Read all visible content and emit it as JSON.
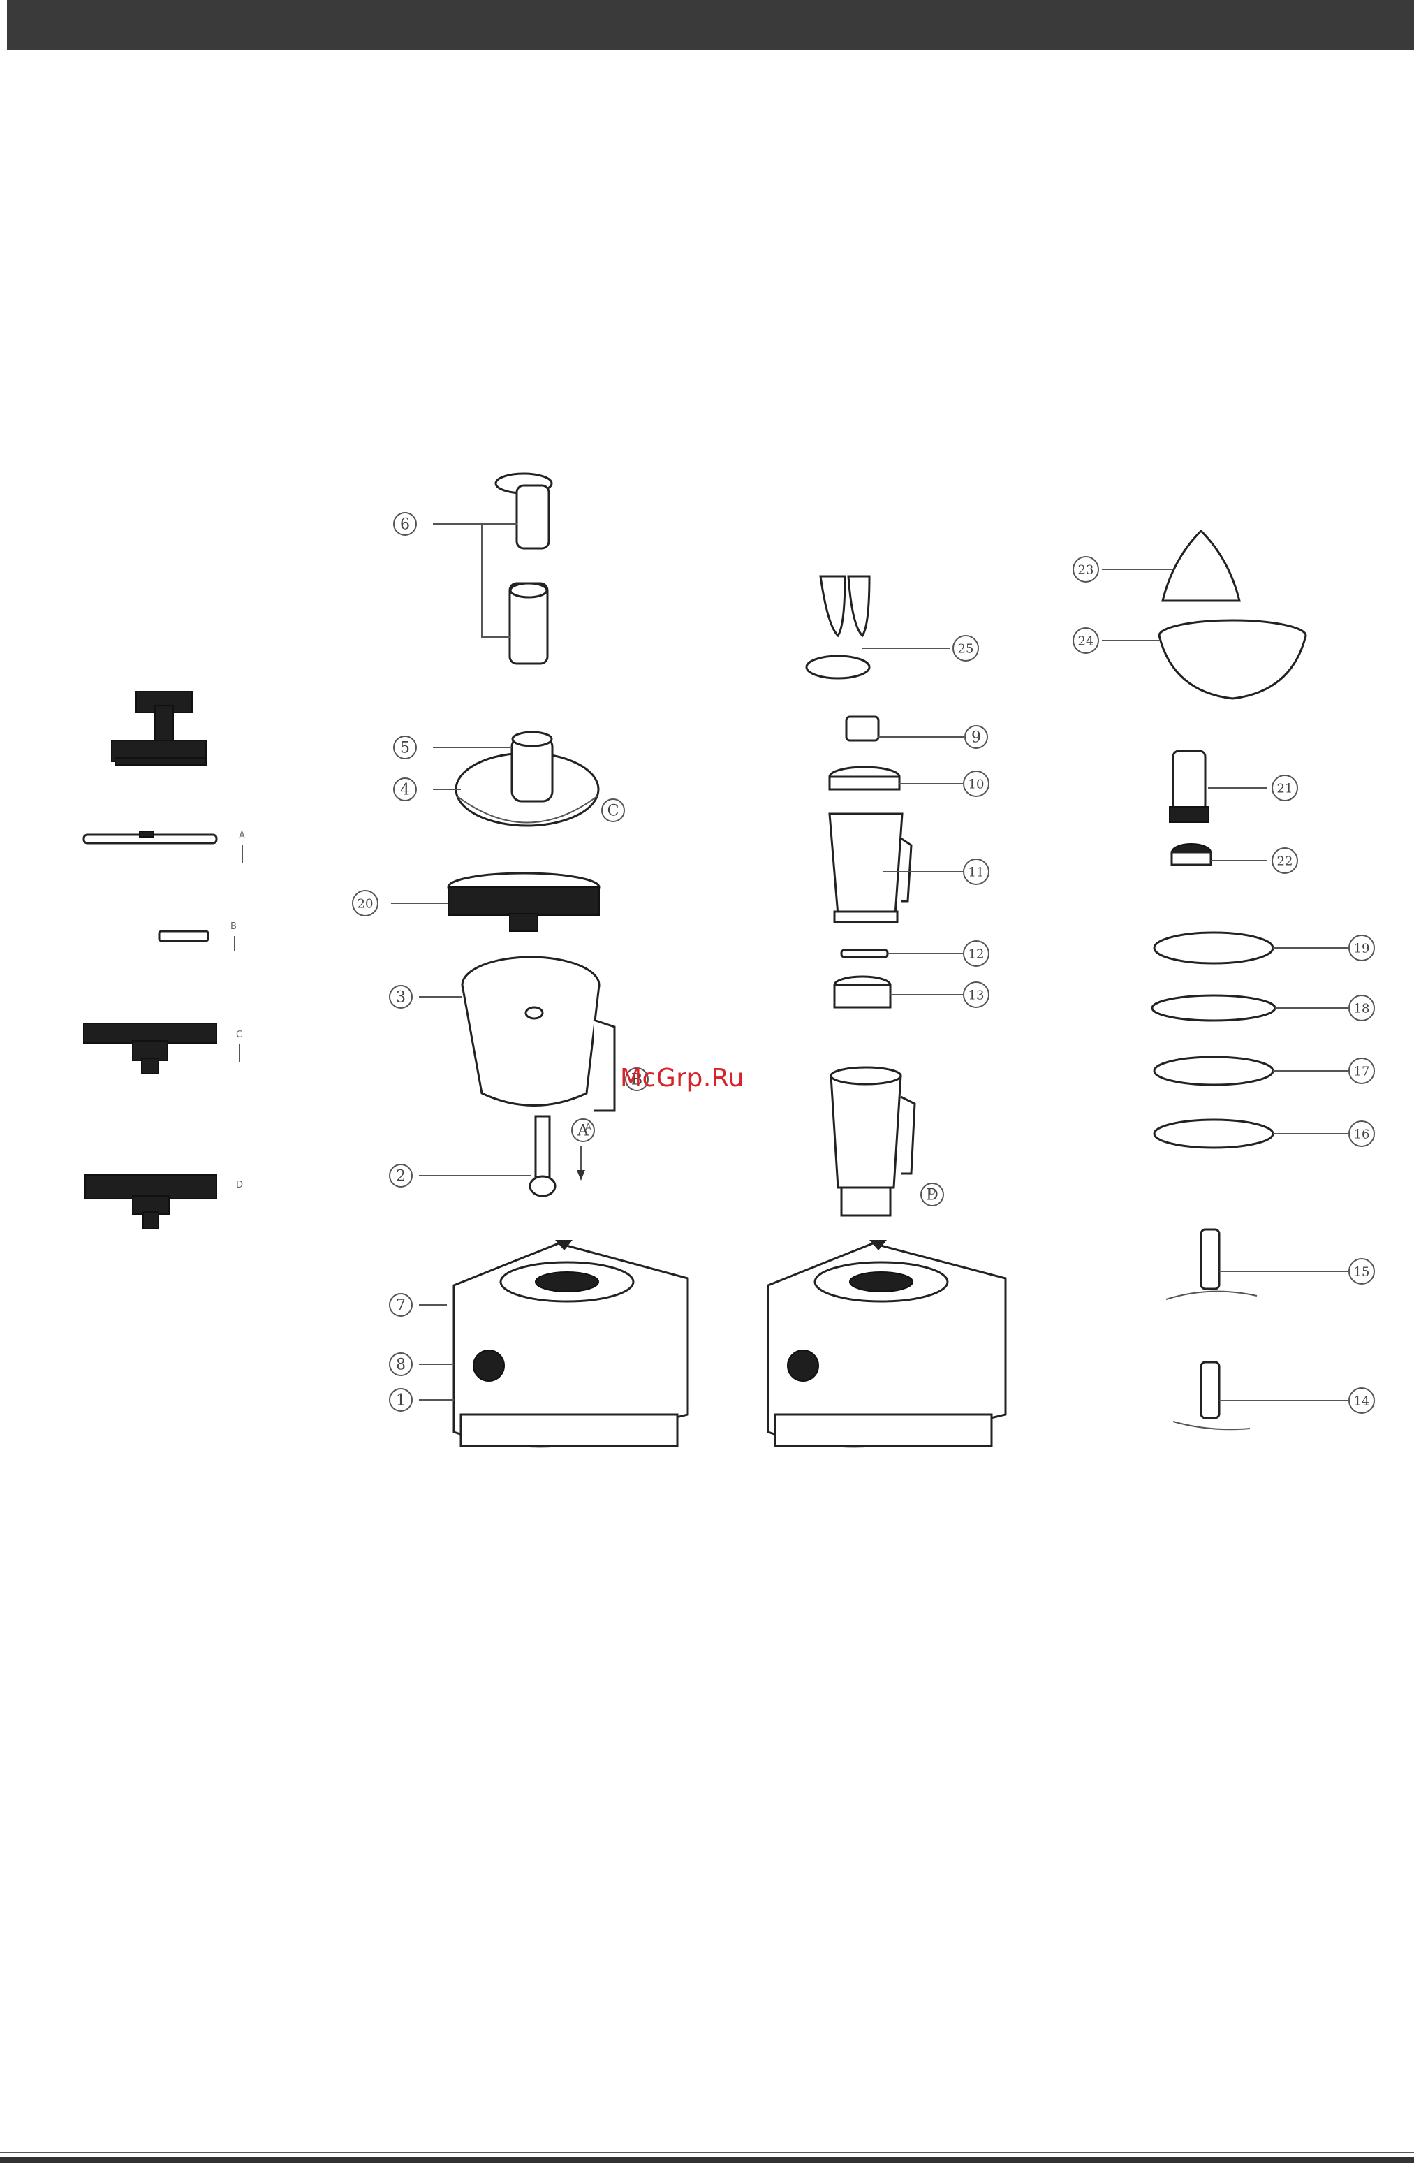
{
  "watermark": "McGrp.Ru",
  "callouts": [
    {
      "id": "c6",
      "label": "6"
    },
    {
      "id": "c5",
      "label": "5"
    },
    {
      "id": "c4",
      "label": "4"
    },
    {
      "id": "c20",
      "label": "20"
    },
    {
      "id": "c3",
      "label": "3"
    },
    {
      "id": "c2",
      "label": "2"
    },
    {
      "id": "c7",
      "label": "7"
    },
    {
      "id": "c8",
      "label": "8"
    },
    {
      "id": "c1",
      "label": "1"
    },
    {
      "id": "c25",
      "label": "25"
    },
    {
      "id": "c9",
      "label": "9"
    },
    {
      "id": "c10",
      "label": "10"
    },
    {
      "id": "c11",
      "label": "11"
    },
    {
      "id": "c12",
      "label": "12"
    },
    {
      "id": "c13",
      "label": "13"
    },
    {
      "id": "c23",
      "label": "23"
    },
    {
      "id": "c24",
      "label": "24"
    },
    {
      "id": "c21",
      "label": "21"
    },
    {
      "id": "c22",
      "label": "22"
    },
    {
      "id": "c19",
      "label": "19"
    },
    {
      "id": "c18",
      "label": "18"
    },
    {
      "id": "c17",
      "label": "17"
    },
    {
      "id": "c16",
      "label": "16"
    },
    {
      "id": "c15",
      "label": "15"
    },
    {
      "id": "c14",
      "label": "14"
    }
  ],
  "letters": {
    "A": "A",
    "B": "B",
    "C": "C",
    "D": "D"
  }
}
